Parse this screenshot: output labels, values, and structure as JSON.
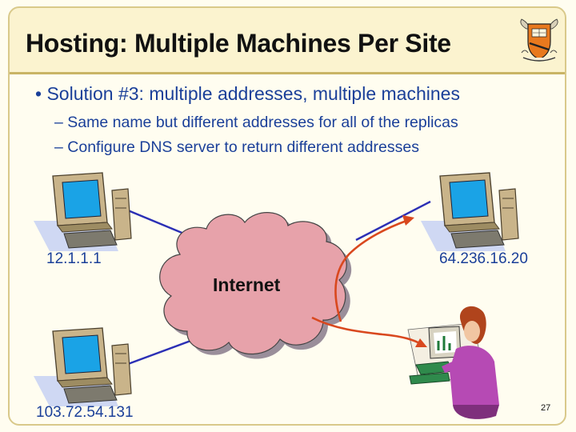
{
  "slide": {
    "title": "Hosting: Multiple Machines Per Site",
    "bullets": [
      {
        "text": "Solution #3: multiple addresses, multiple machines",
        "subpoints": [
          "Same name but different addresses for all of the replicas",
          "Configure DNS server to return different addresses"
        ]
      }
    ],
    "page_number": "27"
  },
  "diagram": {
    "cloud_label": "Internet",
    "machines": [
      {
        "address": "12.1.1.1"
      },
      {
        "address": "64.236.16.20"
      },
      {
        "address": "103.72.54.131"
      }
    ]
  },
  "colors": {
    "title_bar": "#fbf3cf",
    "frame": "#d9c98a",
    "text_blue": "#1a3f99",
    "link_line": "#2b2fb5",
    "request_arrow": "#d9481e",
    "cloud_fill": "#e7a2aa",
    "seal_orange": "#e8791e"
  },
  "icons": [
    "princeton-seal-icon",
    "desktop-computer-icon",
    "woman-at-computer-icon"
  ]
}
